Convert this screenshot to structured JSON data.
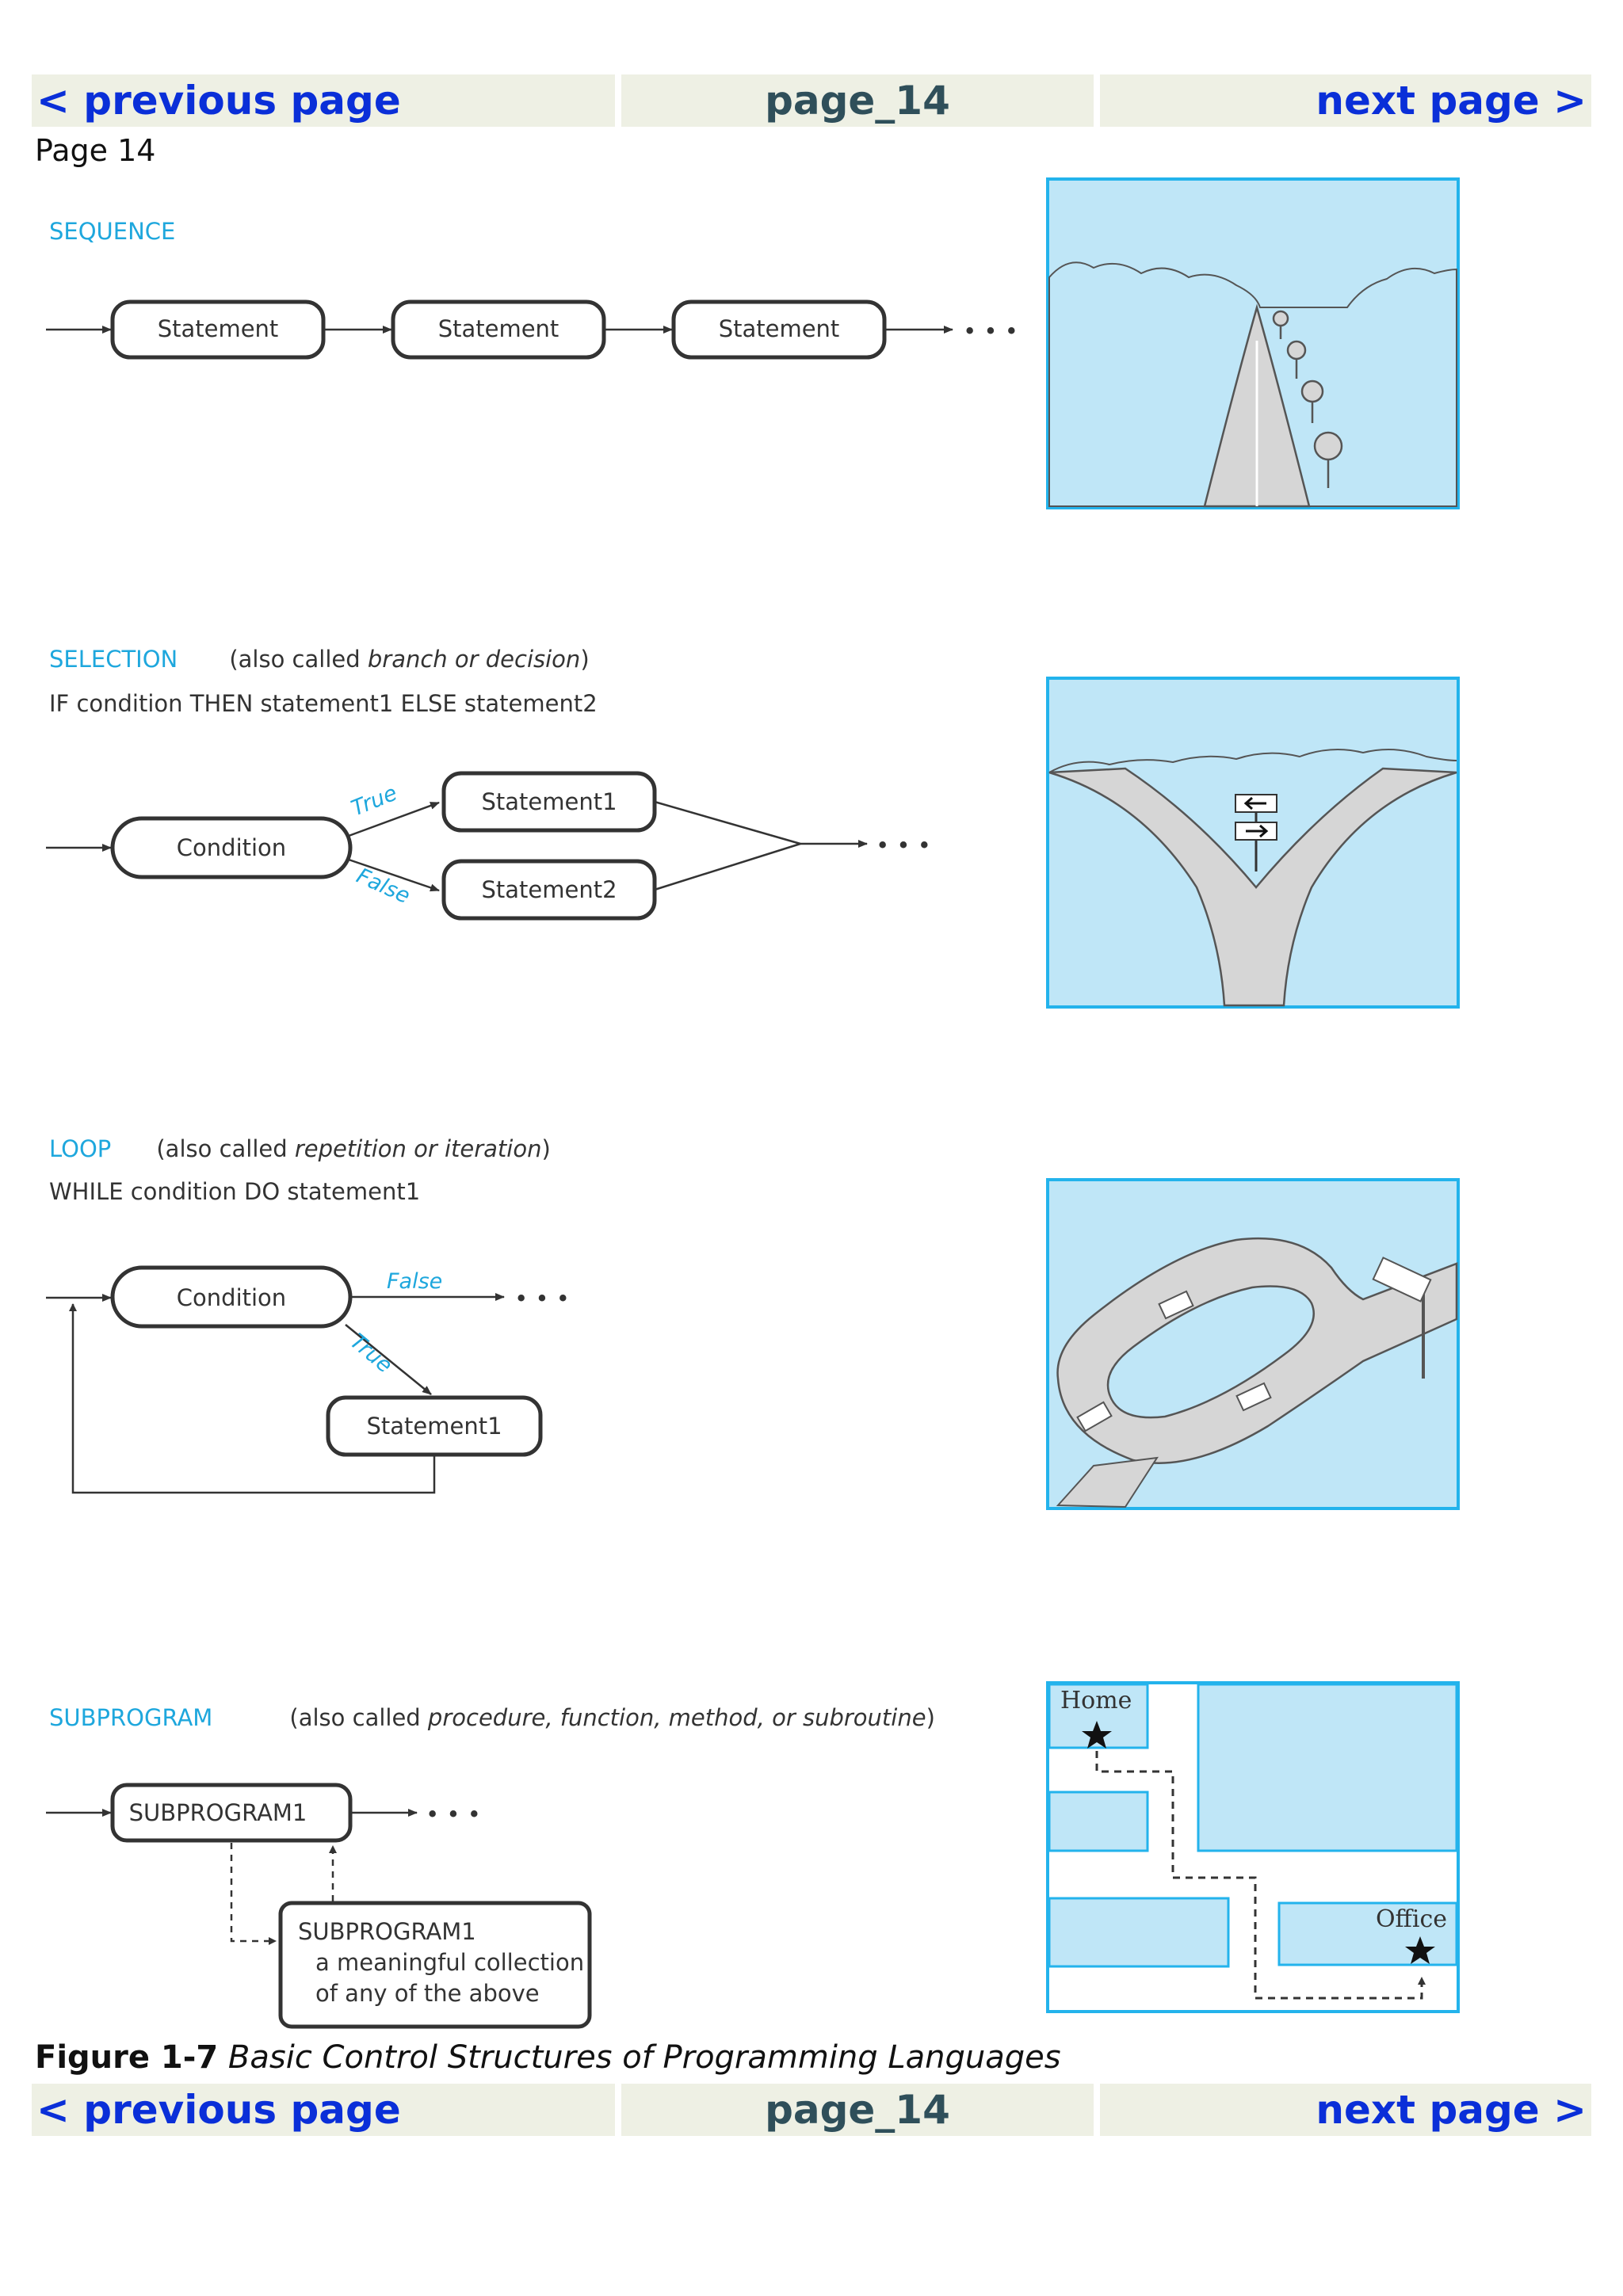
{
  "nav": {
    "prev_label": "< previous page",
    "page_id": "page_14",
    "next_label": "next page >"
  },
  "page_label": "Page 14",
  "sequence": {
    "heading": "SEQUENCE",
    "box_label": "Statement",
    "ellipsis": "• • •"
  },
  "selection": {
    "heading": "SELECTION",
    "aka_prefix": "(also called ",
    "aka_terms": "branch or decision",
    "aka_suffix": ")",
    "syntax": "IF condition THEN statement1 ELSE statement2",
    "condition_label": "Condition",
    "true_label": "True",
    "false_label": "False",
    "statement1": "Statement1",
    "statement2": "Statement2",
    "ellipsis": "• • •"
  },
  "loop": {
    "heading": "LOOP",
    "aka_prefix": "(also called ",
    "aka_terms": "repetition or iteration",
    "aka_suffix": ")",
    "syntax": "WHILE condition DO statement1",
    "condition_label": "Condition",
    "false_label": "False",
    "true_label": "True",
    "statement1": "Statement1",
    "ellipsis": "• • •"
  },
  "subprogram": {
    "heading": "SUBPROGRAM",
    "aka_prefix": "(also called ",
    "aka_terms": "procedure, function, method, or subroutine",
    "aka_suffix": ")",
    "box_label": "SUBPROGRAM1",
    "detail_line1": "SUBPROGRAM1",
    "detail_line2": "a meaningful collection",
    "detail_line3": "of any of the above",
    "ellipsis": "• • •",
    "map_home": "Home",
    "map_office": "Office"
  },
  "caption": {
    "figure_no": "Figure 1-7",
    "title": "Basic Control Structures of Programming Languages"
  },
  "colors": {
    "accent": "#1ea7dd",
    "sky": "#bfe6f7",
    "road": "#d6d6d6",
    "nav_bg": "#eef0e4",
    "link": "#0a2fd8"
  }
}
